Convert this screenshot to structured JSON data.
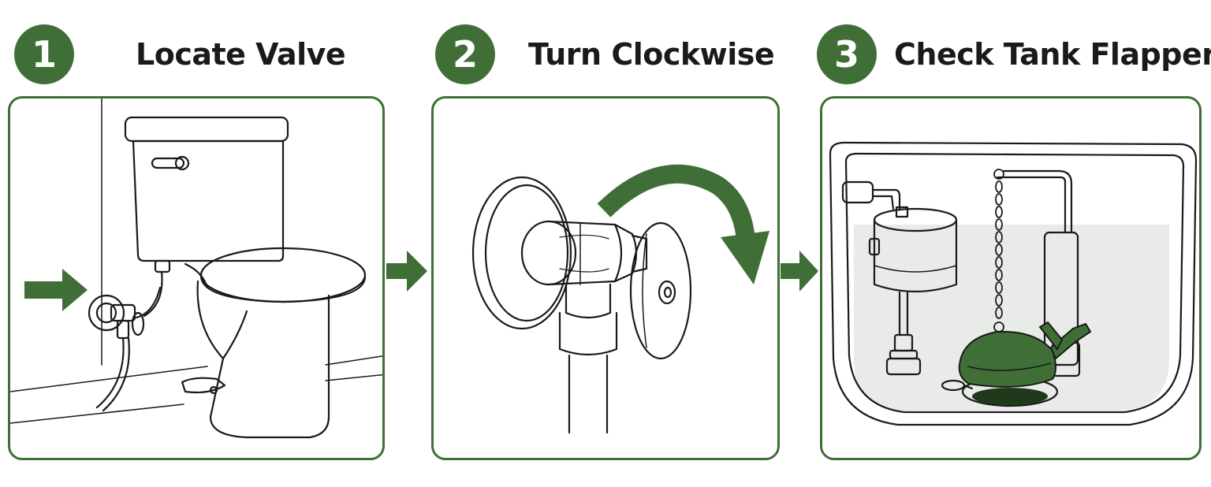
{
  "colors": {
    "accent": "#3f6f36",
    "line": "#1a1a1a"
  },
  "steps": [
    {
      "number": "1",
      "title": "Locate Valve",
      "illustration": "toilet-with-shutoff-valve"
    },
    {
      "number": "2",
      "title": "Turn Clockwise",
      "illustration": "valve-handle-clockwise"
    },
    {
      "number": "3",
      "title": "Check Tank Flapper",
      "illustration": "tank-interior-flapper"
    }
  ]
}
